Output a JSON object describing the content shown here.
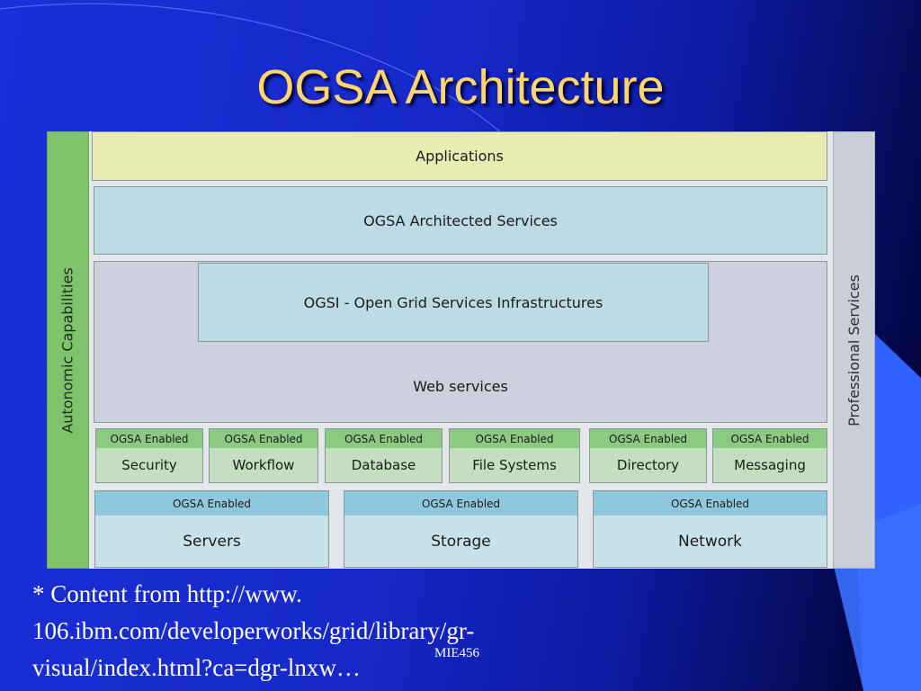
{
  "slide": {
    "title": "OGSA Architecture",
    "footnote": "* Content from http://www. 106.ibm.com/developerworks/grid/library/gr-visual/index.html?ca=dgr-lnxw…",
    "label": "MIE456"
  },
  "diagram": {
    "left_side": "Autonomic Capabilities",
    "right_side": "Professional Services",
    "applications": "Applications",
    "architected_services": "OGSA Architected Services",
    "ogsi": "OGSI - Open Grid Services Infrastructures",
    "web_services": "Web services",
    "enabled_label": "OGSA Enabled",
    "services": [
      "Security",
      "Workflow",
      "Database",
      "File Systems",
      "Directory",
      "Messaging"
    ],
    "resources": [
      "Servers",
      "Storage",
      "Network"
    ]
  },
  "colors": {
    "background": "#1628c8",
    "title": "#ffd66b",
    "applications": "#e9ecb2",
    "services_header": "#8cca82",
    "resources_header": "#8ec8dc"
  }
}
